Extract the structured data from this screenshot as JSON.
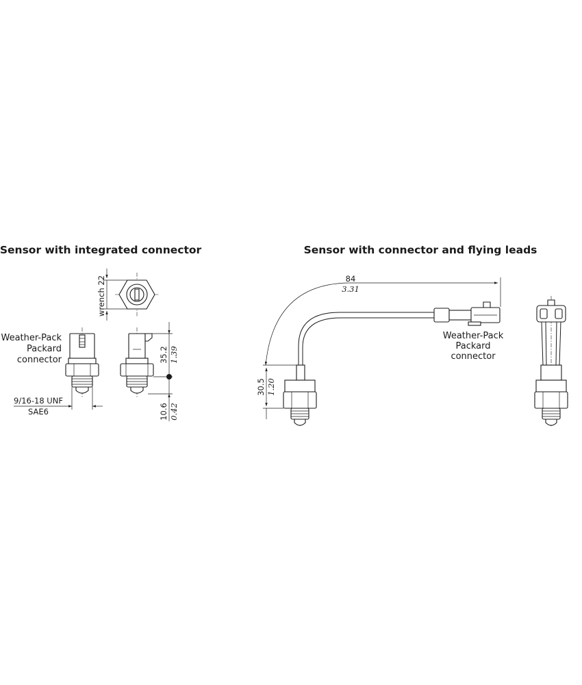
{
  "left_panel": {
    "title": "Sensor with integrated connector",
    "connector_label": [
      "Weather-Pack",
      "Packard",
      "connector"
    ],
    "wrench_label": "wrench 22",
    "thread_label": "9/16-18 UNF",
    "thread_sub_label": "SAE6",
    "dim_height_mm": "35.2",
    "dim_height_in": "1.39",
    "dim_thread_mm": "10.6",
    "dim_thread_in": "0.42"
  },
  "right_panel": {
    "title": "Sensor with connector and flying leads",
    "connector_label": [
      "Weather-Pack",
      "Packard",
      "connector"
    ],
    "dim_lead_mm": "84",
    "dim_lead_in": "3.31",
    "dim_body_mm": "30.5",
    "dim_body_in": "1.20"
  }
}
